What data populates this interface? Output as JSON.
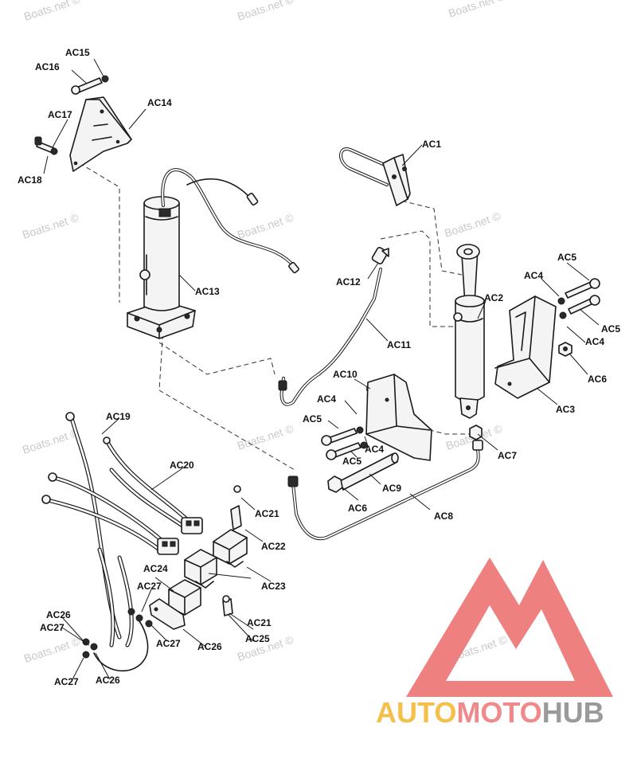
{
  "labels": {
    "ac1": "AC1",
    "ac2": "AC2",
    "ac3": "AC3",
    "ac4_a": "AC4",
    "ac4_b": "AC4",
    "ac4_c": "AC4",
    "ac4_d": "AC4",
    "ac5_a": "AC5",
    "ac5_b": "AC5",
    "ac5_c": "AC5",
    "ac5_d": "AC5",
    "ac6_a": "AC6",
    "ac6_b": "AC6",
    "ac7": "AC7",
    "ac8": "AC8",
    "ac9": "AC9",
    "ac10": "AC10",
    "ac11": "AC11",
    "ac12": "AC12",
    "ac13": "AC13",
    "ac14": "AC14",
    "ac15": "AC15",
    "ac16": "AC16",
    "ac17": "AC17",
    "ac18": "AC18",
    "ac19": "AC19",
    "ac20": "AC20",
    "ac21_a": "AC21",
    "ac21_b": "AC21",
    "ac22": "AC22",
    "ac23": "AC23",
    "ac24": "AC24",
    "ac25": "AC25",
    "ac26_a": "AC26",
    "ac26_b": "AC26",
    "ac26_c": "AC26",
    "ac27_a": "AC27",
    "ac27_b": "AC27",
    "ac27_c": "AC27",
    "ac27_d": "AC27"
  },
  "watermarks": {
    "w1": "Boats.net ©",
    "w2": "Boats.net ©",
    "w3": "Boats.net ©",
    "w4": "Boats.net ©",
    "w5": "Boats.net ©",
    "w6": "Boats.net ©",
    "w7": "Boats.net ©",
    "w8": "Boats.net ©",
    "w9": "Boats.net ©",
    "w10": "Boats.net ©",
    "w11": "Boats.net ©",
    "w12": "Boats.net ©"
  },
  "logo": {
    "auto": "AUTO",
    "moto": "MOTO",
    "hub": "HUB",
    "colors": {
      "auto": "#f5c04a",
      "moto": "#f08a8a",
      "hub": "#9a9a9a",
      "mark": "#ee8080"
    }
  }
}
